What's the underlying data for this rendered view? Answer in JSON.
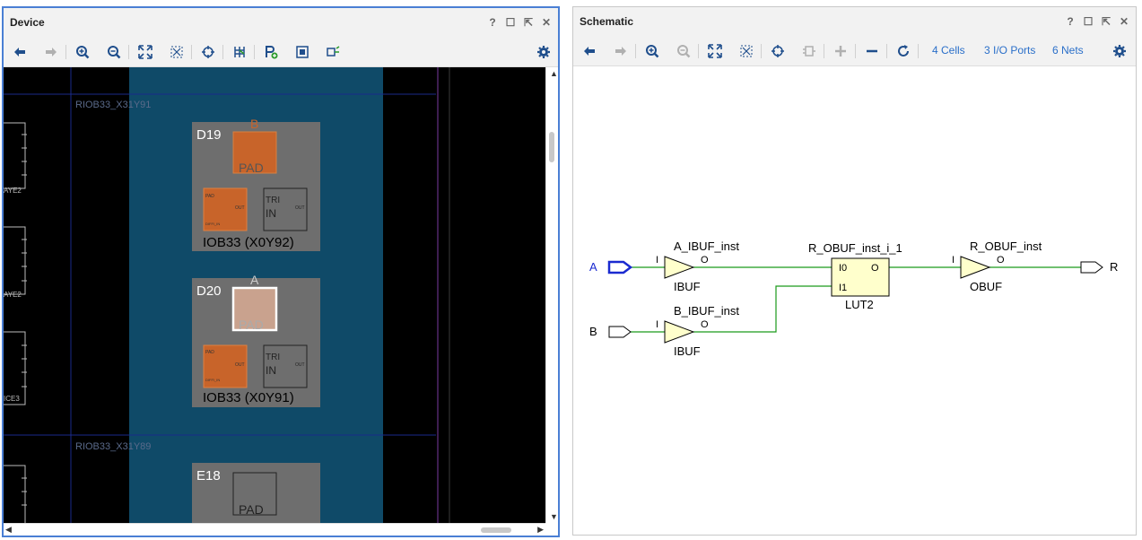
{
  "device": {
    "title": "Device",
    "site_labels": [
      "RIOB33_X31Y91",
      "RIOB33_X31Y89"
    ],
    "left_labels": [
      "AYE2",
      "AYE2",
      "ICE3"
    ],
    "tiles": [
      {
        "pin": "D19",
        "pad_label": "B",
        "pad_text": "PAD",
        "tri": "TRI",
        "in": "IN",
        "name": "IOB33 (X0Y92)"
      },
      {
        "pin": "D20",
        "pad_label": "A",
        "pad_text": "PAD",
        "tri": "TRI",
        "in": "IN",
        "name": "IOB33 (X0Y91)"
      },
      {
        "pin": "E18",
        "pad_text": "PAD"
      }
    ],
    "mini_labels": {
      "pad": "PAD",
      "out": "OUT",
      "diffi": "DIFFI_IN"
    }
  },
  "schematic": {
    "title": "Schematic",
    "cells_link": "4 Cells",
    "io_link": "3 I/O Ports",
    "nets_link": "6 Nets",
    "ports": {
      "a": "A",
      "b": "B",
      "r": "R"
    },
    "a_buf": {
      "inst": "A_IBUF_inst",
      "type": "IBUF",
      "pin_i": "I",
      "pin_o": "O"
    },
    "b_buf": {
      "inst": "B_IBUF_inst",
      "type": "IBUF",
      "pin_i": "I",
      "pin_o": "O"
    },
    "lut": {
      "inst": "R_OBUF_inst_i_1",
      "type": "LUT2",
      "pin_i0": "I0",
      "pin_i1": "I1",
      "pin_o": "O"
    },
    "r_buf": {
      "inst": "R_OBUF_inst",
      "type": "OBUF",
      "pin_i": "I",
      "pin_o": "O"
    }
  },
  "colors": {
    "accent": "#4a7fd4",
    "net_green": "#1a9a1a",
    "buf_fill": "#ffffcc",
    "tile_gray": "#6e6e6e",
    "pad_orange": "#c8642a",
    "fabric_blue": "#0f4a68"
  }
}
